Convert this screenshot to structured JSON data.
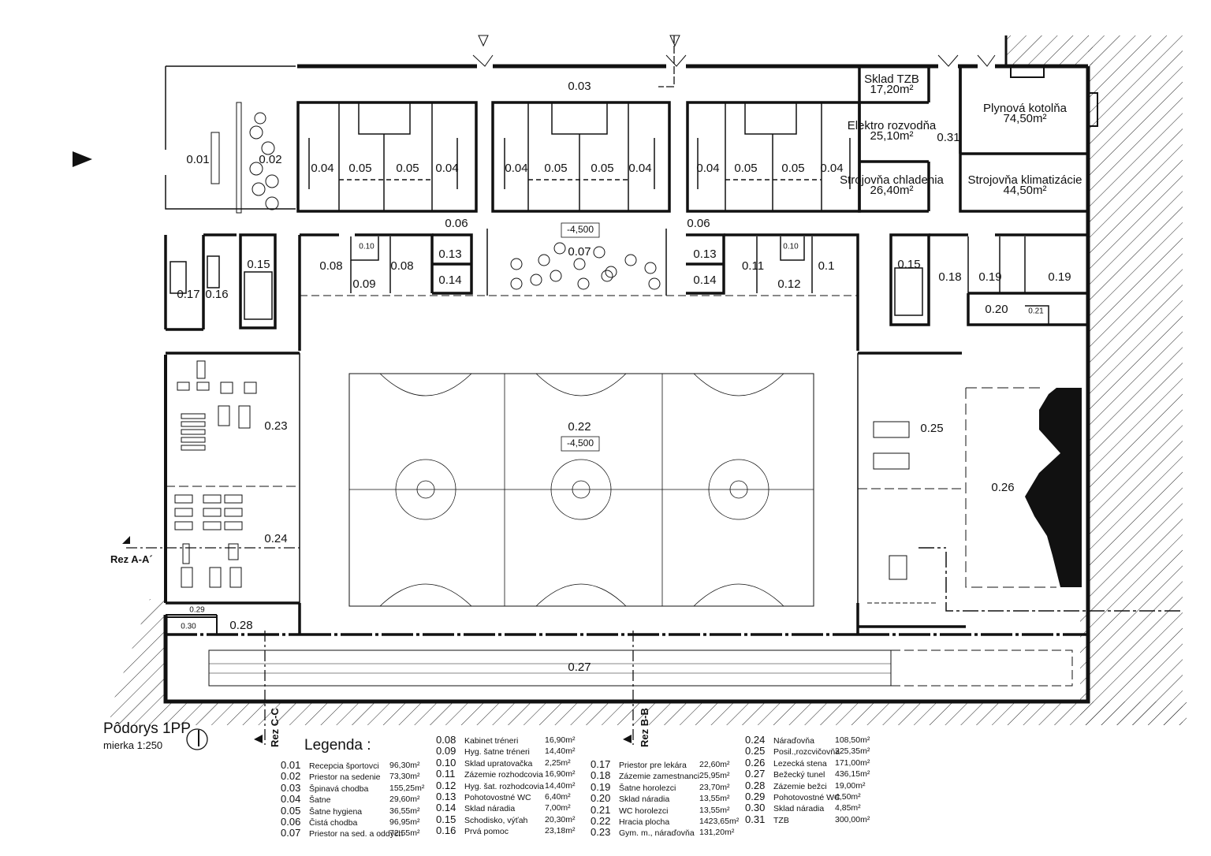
{
  "drawing": {
    "title": "Pôdorys 1PP",
    "scale": "mierka 1:250",
    "legend_title": "Legenda :",
    "sections": [
      "Rez A-A´",
      "Rez B-B",
      "Rez C-C"
    ],
    "levels": [
      "-4,500",
      "-4,500"
    ]
  },
  "rooms": [
    {
      "id": "0.01"
    },
    {
      "id": "0.02"
    },
    {
      "id": "0.03"
    },
    {
      "id": "0.04"
    },
    {
      "id": "0.05"
    },
    {
      "id": "0.05"
    },
    {
      "id": "0.04"
    },
    {
      "id": "0.04"
    },
    {
      "id": "0.05"
    },
    {
      "id": "0.05"
    },
    {
      "id": "0.04"
    },
    {
      "id": "0.04"
    },
    {
      "id": "0.05"
    },
    {
      "id": "0.05"
    },
    {
      "id": "0.04"
    },
    {
      "id": "0.06"
    },
    {
      "id": "0.06"
    },
    {
      "id": "0.07"
    },
    {
      "id": "0.08"
    },
    {
      "id": "0.10"
    },
    {
      "id": "0.08"
    },
    {
      "id": "0.09"
    },
    {
      "id": "0.13"
    },
    {
      "id": "0.14"
    },
    {
      "id": "0.13"
    },
    {
      "id": "0.14"
    },
    {
      "id": "0.11"
    },
    {
      "id": "0.10"
    },
    {
      "id": "0.1"
    },
    {
      "id": "0.12"
    },
    {
      "id": "0.15"
    },
    {
      "id": "0.15"
    },
    {
      "id": "0.16"
    },
    {
      "id": "0.17"
    },
    {
      "id": "0.18"
    },
    {
      "id": "0.19"
    },
    {
      "id": "0.19"
    },
    {
      "id": "0.20"
    },
    {
      "id": "0.21"
    },
    {
      "id": "0.22"
    },
    {
      "id": "0.23"
    },
    {
      "id": "0.24"
    },
    {
      "id": "0.25"
    },
    {
      "id": "0.26"
    },
    {
      "id": "0.27"
    },
    {
      "id": "0.28"
    },
    {
      "id": "0.29"
    },
    {
      "id": "0.30"
    },
    {
      "id": "0.31"
    }
  ],
  "tech_rooms": [
    {
      "name": "Sklad TZB",
      "area": "17,20m²"
    },
    {
      "name": "Elektro rozvodňa",
      "area": "25,10m²"
    },
    {
      "name": "Strojovňa chladenia",
      "area": "26,40m²"
    },
    {
      "name": "Plynová kotolňa",
      "area": "74,50m²"
    },
    {
      "name": "Strojovňa klimatizácie",
      "area": "44,50m²"
    }
  ],
  "legend": [
    [
      {
        "code": "0.01",
        "name": "Recepcia športovci",
        "area": "96,30m²"
      },
      {
        "code": "0.02",
        "name": "Priestor na sedenie",
        "area": "73,30m²"
      },
      {
        "code": "0.03",
        "name": "Špinavá chodba",
        "area": "155,25m²"
      },
      {
        "code": "0.04",
        "name": "Šatne",
        "area": "29,60m²"
      },
      {
        "code": "0.05",
        "name": "Šatne hygiena",
        "area": "36,55m²"
      },
      {
        "code": "0.06",
        "name": "Čistá chodba",
        "area": "96,95m²"
      },
      {
        "code": "0.07",
        "name": "Priestor na sed. a oddych",
        "area": "72,55m²"
      }
    ],
    [
      {
        "code": "0.08",
        "name": "Kabinet tréneri",
        "area": "16,90m²"
      },
      {
        "code": "0.09",
        "name": "Hyg. šatne tréneri",
        "area": "14,40m²"
      },
      {
        "code": "0.10",
        "name": "Sklad upratovačka",
        "area": "2,25m²"
      },
      {
        "code": "0.11",
        "name": "Zázemie rozhodcovia",
        "area": "16,90m²"
      },
      {
        "code": "0.12",
        "name": "Hyg. šat. rozhodcovia",
        "area": "14,40m²"
      },
      {
        "code": "0.13",
        "name": "Pohotovostné WC",
        "area": "6,40m²"
      },
      {
        "code": "0.14",
        "name": "Sklad náradia",
        "area": "7,00m²"
      },
      {
        "code": "0.15",
        "name": "Schodisko, výťah",
        "area": "20,30m²"
      },
      {
        "code": "0.16",
        "name": "Prvá pomoc",
        "area": "23,18m²"
      }
    ],
    [
      {
        "code": "0.17",
        "name": "Priestor pre lekára",
        "area": "22,60m²"
      },
      {
        "code": "0.18",
        "name": "Zázemie zamestnanci",
        "area": "25,95m²"
      },
      {
        "code": "0.19",
        "name": "Šatne horolezci",
        "area": "23,70m²"
      },
      {
        "code": "0.20",
        "name": "Sklad náradia",
        "area": "13,55m²"
      },
      {
        "code": "0.21",
        "name": "WC horolezci",
        "area": "13,55m²"
      },
      {
        "code": "0.22",
        "name": "Hracia plocha",
        "area": "1423,65m²"
      },
      {
        "code": "0.23",
        "name": "Gym. m., náraďovňa",
        "area": "131,20m²"
      }
    ],
    [
      {
        "code": "0.24",
        "name": "Náraďovňa",
        "area": "108,50m²"
      },
      {
        "code": "0.25",
        "name": "Posil.,rozcvičovňa",
        "area": "225,35m²"
      },
      {
        "code": "0.26",
        "name": "Lezecká stena",
        "area": "171,00m²"
      },
      {
        "code": "0.27",
        "name": "Bežecký tunel",
        "area": "436,15m²"
      },
      {
        "code": "0.28",
        "name": "Zázemie bežci",
        "area": "19,00m²"
      },
      {
        "code": "0.29",
        "name": "Pohotovostné WC",
        "area": "4,50m²"
      },
      {
        "code": "0.30",
        "name": "Sklad náradia",
        "area": "4,85m²"
      },
      {
        "code": "0.31",
        "name": "TZB",
        "area": "300,00m²"
      }
    ]
  ]
}
